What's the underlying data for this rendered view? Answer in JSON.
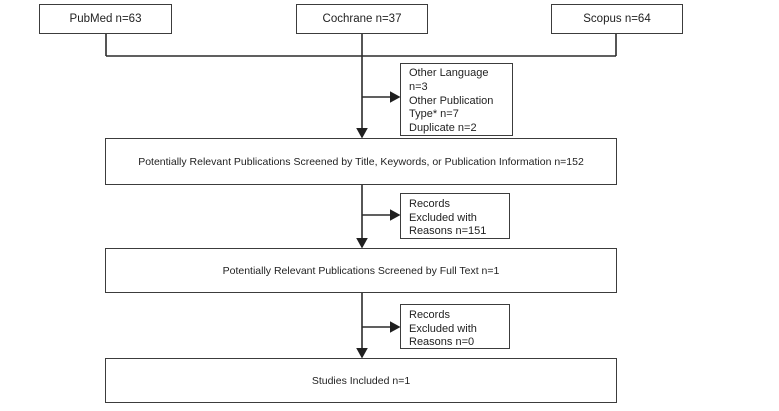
{
  "diagram": {
    "sources": [
      {
        "label": "PubMed n=63"
      },
      {
        "label": "Cochrane n=37"
      },
      {
        "label": "Scopus n=64"
      }
    ],
    "stages": [
      {
        "label": "Potentially Relevant Publications Screened by Title, Keywords, or Publication Information n=152"
      },
      {
        "label": "Potentially Relevant Publications Screened by Full Text n=1"
      },
      {
        "label": "Studies Included n=1"
      }
    ],
    "exclusions": {
      "language": {
        "lines": [
          "Other Language",
          "n=3",
          "Other Publication",
          "Type* n=7",
          "Duplicate n=2"
        ]
      },
      "title_screen": {
        "lines": [
          "Records",
          "Excluded with",
          "Reasons n=151"
        ]
      },
      "fulltext_screen": {
        "lines": [
          "Records",
          "Excluded with",
          "Reasons n=0"
        ]
      }
    },
    "colors": {
      "box_border": "#3c3c3c",
      "line": "#2b2b2b",
      "text": "#1f1f1f",
      "background": "#ffffff"
    }
  }
}
